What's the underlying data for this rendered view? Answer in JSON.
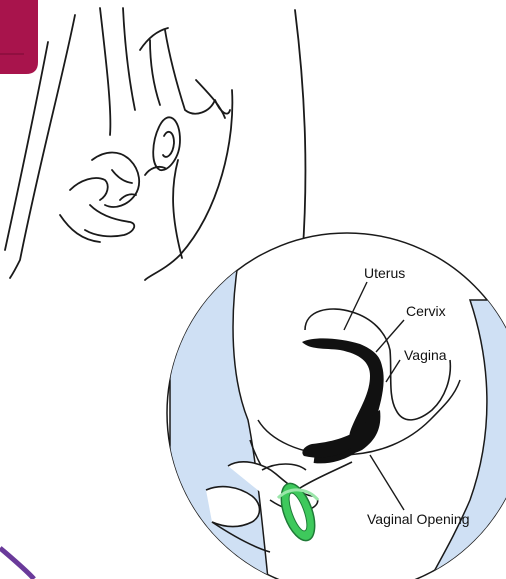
{
  "labels": {
    "uterus": "Uterus",
    "cervix": "Cervix",
    "vagina": "Vagina",
    "vaginal_opening": "Vaginal Opening"
  },
  "colors": {
    "corner_tab": "#a8144c",
    "corner_arc": "#6a3a9a",
    "skin_shading": "#cfe0f4",
    "anatomy_fill": "#111111",
    "ring_applicator": "#3ec95c",
    "outline": "#1a1a1a"
  },
  "icons": {
    "corner_tab": "step-number-tab",
    "ring": "contraceptive-ring-icon"
  }
}
